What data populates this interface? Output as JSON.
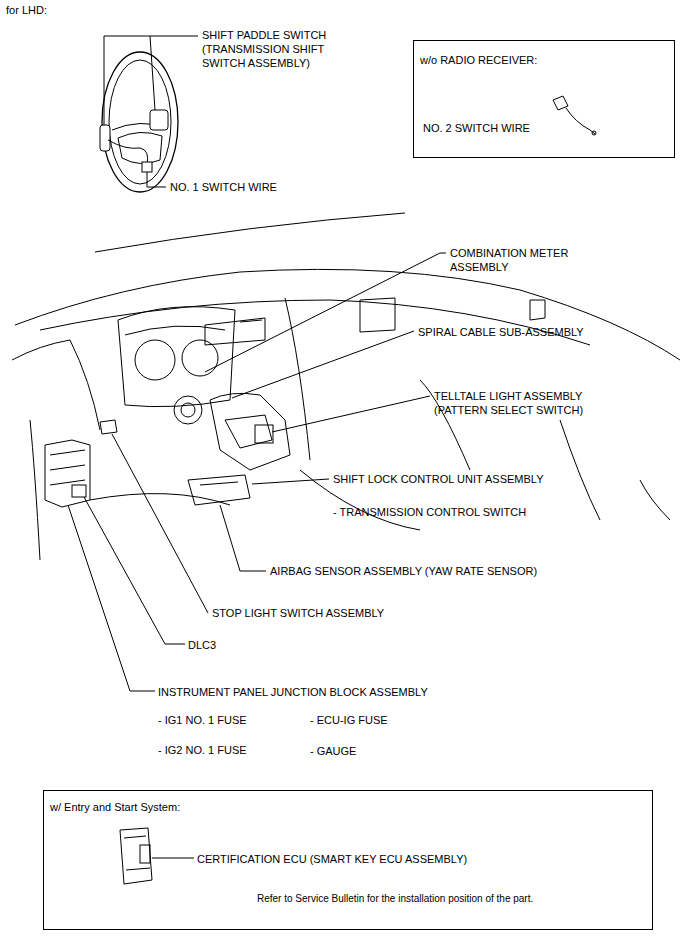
{
  "diagram": {
    "title": "for LHD:",
    "nodes": [
      {
        "text": [
          "w/o RADIO RECEIVER:",
          "NO. 2 SWITCH WIRE"
        ]
      },
      {
        "text": [
          "w/ Entry and Start System:",
          "CERTIFICATION ECU (SMART KEY ECU ASSEMBLY)",
          "Refer to Service Bulletin for the installation position of the part."
        ]
      }
    ],
    "labels": [
      "SHIFT PADDLE SWITCH (TRANSMISSION SHIFT SWITCH ASSEMBLY)",
      "NO. 1 SWITCH WIRE",
      "COMBINATION METER ASSEMBLY",
      "SPIRAL CABLE SUB-ASSEMBLY",
      "TELLTALE LIGHT ASSEMBLY (PATTERN SELECT SWITCH)",
      "SHIFT LOCK CONTROL UNIT ASSEMBLY",
      "- TRANSMISSION CONTROL SWITCH",
      "AIRBAG SENSOR ASSEMBLY (YAW RATE SENSOR)",
      "STOP LIGHT SWITCH ASSEMBLY",
      "DLC3",
      "INSTRUMENT PANEL JUNCTION BLOCK ASSEMBLY",
      "- IG1 NO. 1 FUSE",
      "- ECU-IG FUSE",
      "- IG2 NO. 1 FUSE",
      "- GAUGE"
    ]
  }
}
